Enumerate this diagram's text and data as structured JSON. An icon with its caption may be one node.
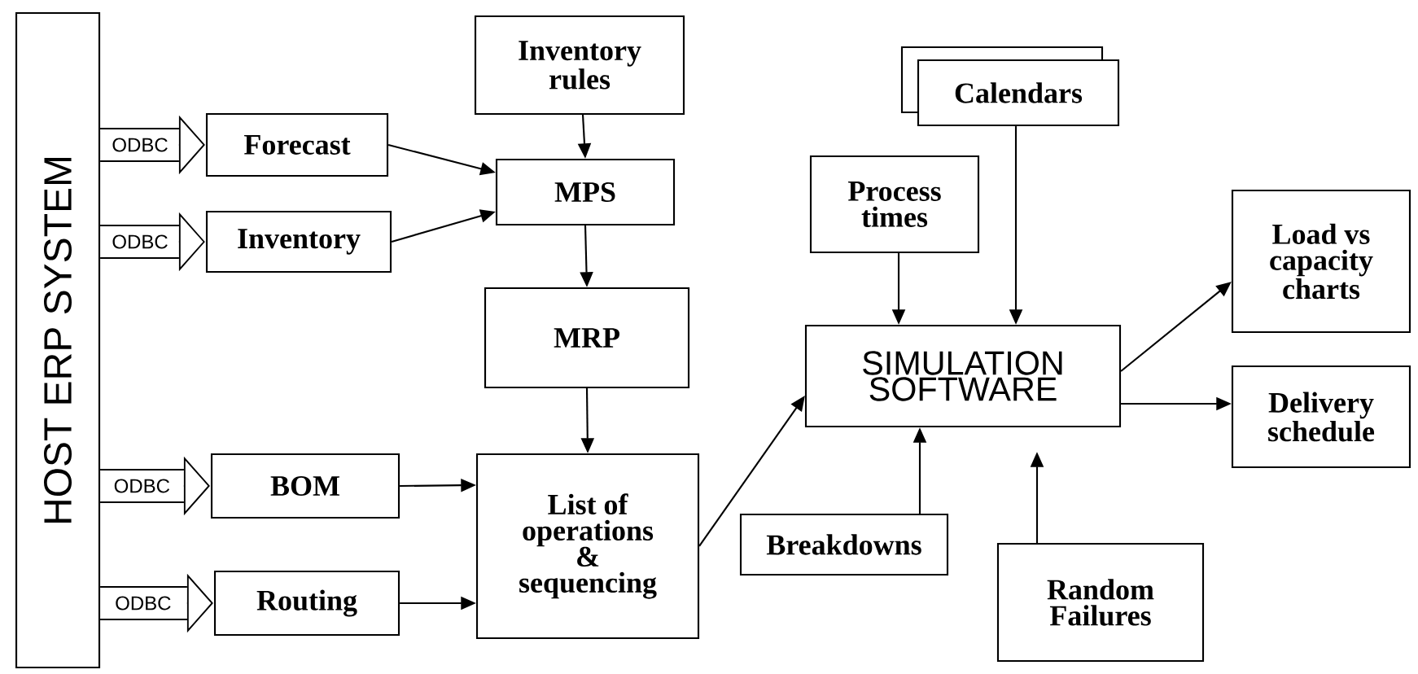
{
  "diagram": {
    "nodes": [
      {
        "text": [
          "HOST ERP SYSTEM"
        ]
      },
      {
        "text": [
          "Inventory rules"
        ]
      },
      {
        "text": [
          "Forecast"
        ]
      },
      {
        "text": [
          "Inventory"
        ]
      },
      {
        "text": [
          "MPS"
        ]
      },
      {
        "text": [
          "MRP"
        ]
      },
      {
        "text": [
          "BOM"
        ]
      },
      {
        "text": [
          "Routing"
        ]
      },
      {
        "text": [
          "List of operations & sequencing"
        ]
      },
      {
        "text": [
          "Process times"
        ]
      },
      {
        "text": [
          "Calendars"
        ]
      },
      {
        "text": [
          "SIMULATION SOFTWARE"
        ]
      },
      {
        "text": [
          "Breakdowns"
        ]
      },
      {
        "text": [
          "Random Failures"
        ]
      },
      {
        "text": [
          "Load vs capacity charts"
        ]
      },
      {
        "text": [
          "Delivery schedule"
        ]
      }
    ],
    "edges": [
      {
        "from": 0,
        "to": 2,
        "arrow": "to",
        "label": "ODBC"
      },
      {
        "from": 0,
        "to": 3,
        "arrow": "to",
        "label": "ODBC"
      },
      {
        "from": 0,
        "to": 6,
        "arrow": "to",
        "label": "ODBC"
      },
      {
        "from": 0,
        "to": 7,
        "arrow": "to",
        "label": "ODBC"
      },
      {
        "from": 2,
        "to": 4,
        "arrow": "to"
      },
      {
        "from": 3,
        "to": 4,
        "arrow": "to"
      },
      {
        "from": 1,
        "to": 4,
        "arrow": "to"
      },
      {
        "from": 4,
        "to": 5,
        "arrow": "to"
      },
      {
        "from": 5,
        "to": 8,
        "arrow": "to"
      },
      {
        "from": 6,
        "to": 8,
        "arrow": "to"
      },
      {
        "from": 7,
        "to": 8,
        "arrow": "to"
      },
      {
        "from": 8,
        "to": 11,
        "arrow": "to"
      },
      {
        "from": 9,
        "to": 11,
        "arrow": "to"
      },
      {
        "from": 10,
        "to": 11,
        "arrow": "to"
      },
      {
        "from": 12,
        "to": 11,
        "arrow": "to"
      },
      {
        "from": 13,
        "to": 11,
        "arrow": "to"
      },
      {
        "from": 11,
        "to": 14,
        "arrow": "to"
      },
      {
        "from": 11,
        "to": 15,
        "arrow": "to"
      }
    ]
  }
}
